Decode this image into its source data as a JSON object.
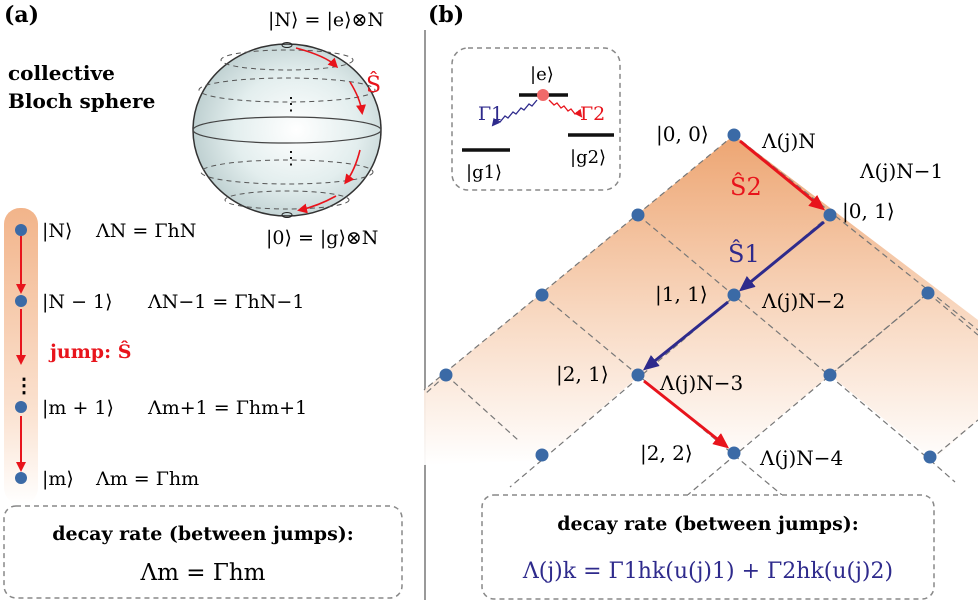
{
  "panel_a": {
    "label": "(a)",
    "sphere_title_line1": "collective",
    "sphere_title_line2": "Bloch sphere",
    "top_state": "|N⟩ = |e⟩⊗N",
    "bottom_state": "|0⟩ = |g⟩⊗N",
    "operator": "Ŝ",
    "ladder": [
      {
        "state": "|N⟩",
        "rate": "ΛN = ΓhN"
      },
      {
        "state": "|N − 1⟩",
        "rate": "ΛN−1 = ΓhN−1"
      },
      {
        "state": "|m + 1⟩",
        "rate": "Λm+1 = Γhm+1"
      },
      {
        "state": "|m⟩",
        "rate": "Λm = Γhm"
      }
    ],
    "jump_label": "jump: Ŝ",
    "box_title": "decay rate (between jumps):",
    "box_formula": "Λm = Γhm"
  },
  "panel_b": {
    "label": "(b)",
    "inset": {
      "excited": "|e⟩",
      "g1": "|g1⟩",
      "g2": "|g2⟩",
      "gamma1": "Γ1",
      "gamma2": "Γ2"
    },
    "nodes": [
      {
        "state": "|0, 0⟩",
        "rate": "Λ(j)N"
      },
      {
        "state": "|0, 1⟩",
        "rate": "Λ(j)N−1"
      },
      {
        "state": "|1, 1⟩",
        "rate": "Λ(j)N−2"
      },
      {
        "state": "|2, 1⟩",
        "rate": "Λ(j)N−3"
      },
      {
        "state": "|2, 2⟩",
        "rate": "Λ(j)N−4"
      }
    ],
    "op_S2": "Ŝ2",
    "op_S1": "Ŝ1",
    "box_title": "decay rate (between jumps):",
    "box_formula": "Λ(j)k = Γ1hk(u(j)1) + Γ2hk(u(j)2)"
  },
  "colors": {
    "red": "#e8141c",
    "blue": "#2e2a8c",
    "node": "#3b6aa6",
    "orange": "#f0a66e"
  }
}
